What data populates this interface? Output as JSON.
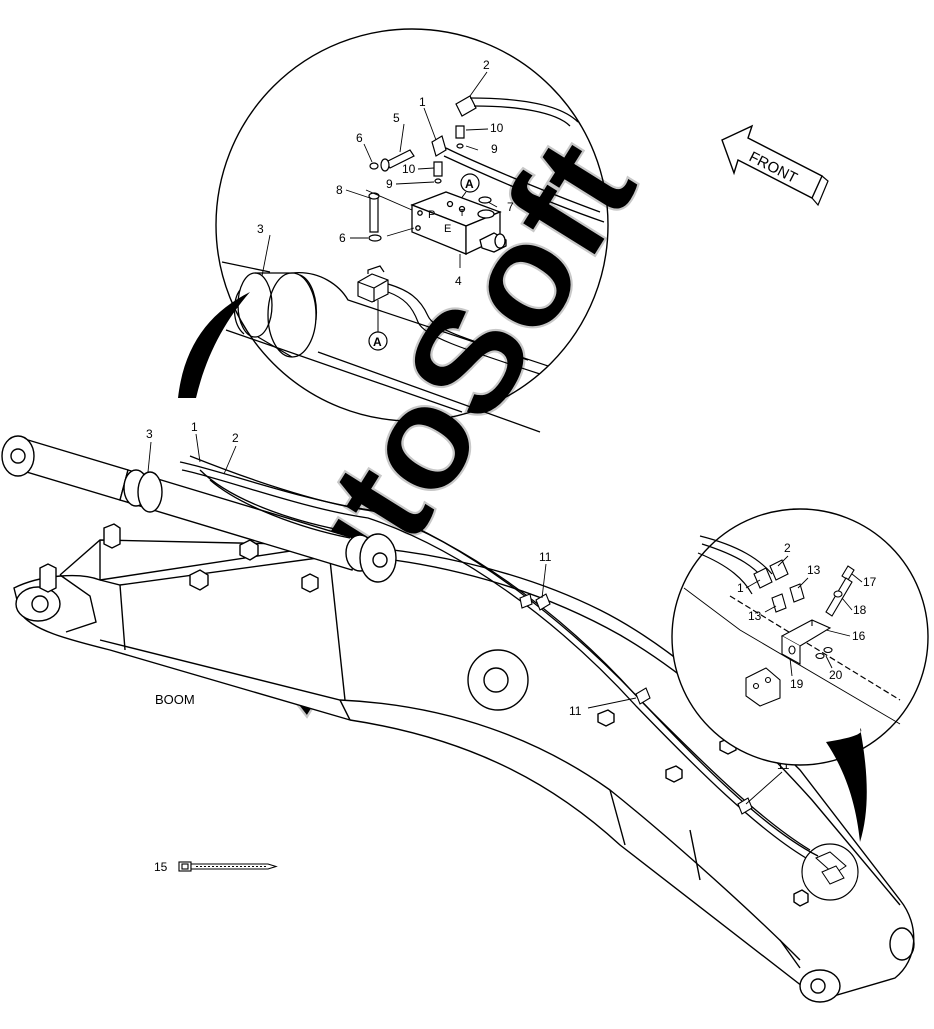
{
  "watermark": "AutoSoft",
  "arrow_text": "FRONT",
  "boom_label": "BOOM",
  "detail_marker": "A",
  "top_detail_callouts": [
    "1",
    "2",
    "3",
    "4",
    "5",
    "6",
    "6",
    "7",
    "8",
    "9",
    "9",
    "10",
    "10"
  ],
  "valve_ports": {
    "p": "P",
    "e": "E",
    "t": "T"
  },
  "main_callouts": [
    "1",
    "2",
    "3",
    "11",
    "11",
    "11",
    "15"
  ],
  "right_detail_callouts": [
    "1",
    "2",
    "13",
    "13",
    "16",
    "17",
    "18",
    "19",
    "20"
  ],
  "colors": {
    "line": "#000000",
    "background": "#ffffff",
    "watermark_stroke": "#c8c8c8"
  }
}
